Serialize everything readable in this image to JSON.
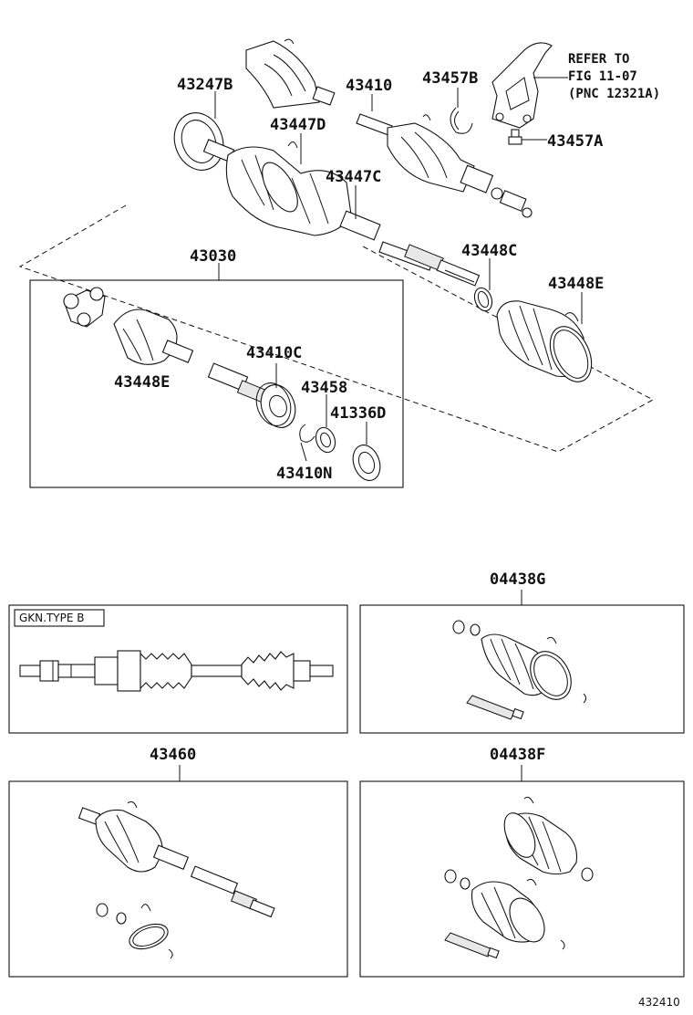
{
  "labels": {
    "p43247B": "43247B",
    "p43410": "43410",
    "p43457B": "43457B",
    "p43447D": "43447D",
    "p43457A": "43457A",
    "p43447C": "43447C",
    "p43030": "43030",
    "p43448C": "43448C",
    "p43448E_right": "43448E",
    "p43410C": "43410C",
    "p43448E_left": "43448E",
    "p43458": "43458",
    "p41336D": "41336D",
    "p43410N": "43410N",
    "p04438G": "04438G",
    "p43460": "43460",
    "p04438F": "04438F",
    "gkn": "GKN.TYPE B",
    "footer": "432410"
  },
  "reference": {
    "line1": "REFER TO",
    "line2": "FIG 11-07",
    "line3": "(PNC 12321A)"
  }
}
